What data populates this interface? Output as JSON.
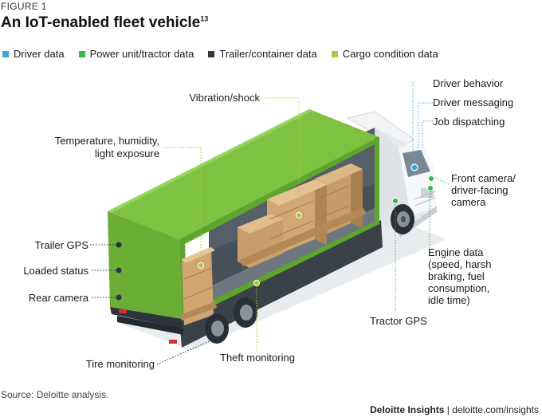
{
  "figure_label": "FIGURE 1",
  "title": "An IoT-enabled fleet vehicle",
  "title_sup": "13",
  "legend": [
    {
      "label": "Driver data",
      "color": "#3aa6d8"
    },
    {
      "label": "Power unit/tractor data",
      "color": "#3ab54a"
    },
    {
      "label": "Trailer/container data",
      "color": "#2c3440"
    },
    {
      "label": "Cargo condition data",
      "color": "#a8c93a"
    }
  ],
  "callouts": {
    "driver_behavior": "Driver behavior",
    "driver_messaging": "Driver messaging",
    "job_dispatching": "Job dispatching",
    "vibration_shock": "Vibration/shock",
    "temperature_1": "Temperature, humidity,",
    "temperature_2": "light exposure",
    "front_camera_1": "Front camera/",
    "front_camera_2": "driver-facing",
    "front_camera_3": "camera",
    "trailer_gps": "Trailer GPS",
    "loaded_status": "Loaded status",
    "rear_camera": "Rear camera",
    "engine_1": "Engine data",
    "engine_2": "(speed, harsh",
    "engine_3": "braking, fuel",
    "engine_4": "consumption,",
    "engine_5": "idle time)",
    "tractor_gps": "Tractor GPS",
    "tire_monitoring": "Tire monitoring",
    "theft_monitoring": "Theft monitoring"
  },
  "source": "Source: Deloitte analysis.",
  "credit_brand": "Deloitte Insights",
  "credit_sep": " | ",
  "credit_url": "deloitte.com/insights"
}
